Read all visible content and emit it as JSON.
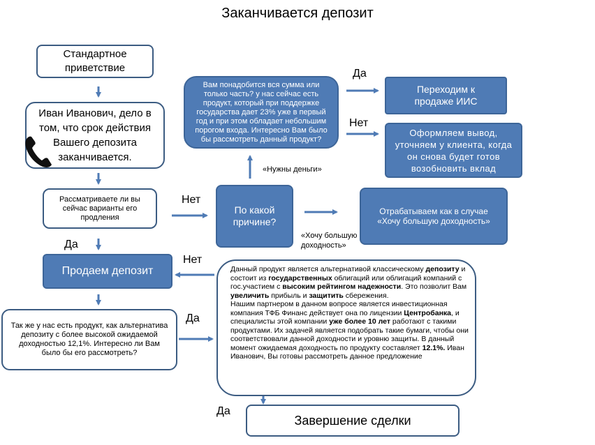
{
  "title": "Заканчивается депозит",
  "nodes": {
    "greeting": "Стандартное приветствие",
    "intro": "Иван Иванович, дело в том, что срок действия Вашего депозита заканчивается.",
    "consider": "Рассматриваете ли вы сейчас варианты его продления",
    "sell_deposit": "Продаем депозит",
    "alternative": "Так же у нас есть продукт, как альтернатива депозиту с более высокой ожидаемой доходностью 12,1%. Интересно ли Вам было бы его рассмотреть?",
    "reason": "По какой причине?",
    "need_money_question": "Вам понадобится вся сумма или только часть? у нас сейчас есть продукт, который при поддержке государства дает 23% уже в первый год и при этом обладает небольшим порогом входа. Интересно Вам было бы рассмотреть данный продукт?",
    "iis": "Переходим к продаже ИИС",
    "withdraw": "Оформляем вывод, уточняем у клиента, когда он снова будет готов возобновить вклад",
    "higher_yield": "Отрабатываем как в случае «Хочу большую доходность»",
    "product_description": {
      "p1": "Данный продукт является альтернативой классическому ",
      "p1b": "депозиту",
      "p2": " и состоит из ",
      "p2b": "государственных",
      "p3": " облигаций или облигаций компаний с гос.участием с ",
      "p3b": "высоким рейтингом надежности",
      "p4": ". Это позволит Вам ",
      "p4b": "увеличить",
      "p5": " прибыль и ",
      "p5b": "защитить",
      "p6": " сбережения.",
      "p7": "Нашим партнером в данном  вопросе является инвестиционная компания ТФБ Финанс действует она по лицензии ",
      "p7b": "Центробанка",
      "p8": ", и специалисты  этой компании ",
      "p8b": "уже более 10 лет",
      "p9": " работают с такими продуктами. Их задачей является подобрать такие бумаги, чтобы они соответствовали данной доходности и уровню защиты. В данный момент ожидаемая доходность по продукту составляет ",
      "p9b": "12.1%.",
      "p10": " Иван Иванович, Вы готовы рассмотреть данное предложение"
    },
    "close_deal": "Завершение сделки"
  },
  "labels": {
    "yes_iis": "Да",
    "no_withdraw": "Нет",
    "need_money": "«Нужны деньги»",
    "no_consider": "Нет",
    "want_yield": "«Хочу большую доходность»",
    "yes_consider": "Да",
    "no_product": "Нет",
    "yes_alternative": "Да",
    "yes_close": "Да"
  },
  "colors": {
    "node_fill": "#4f7bb5",
    "node_border": "#3c5c82",
    "arrow": "#4f7bb5"
  },
  "icons": [
    "phone-icon"
  ]
}
